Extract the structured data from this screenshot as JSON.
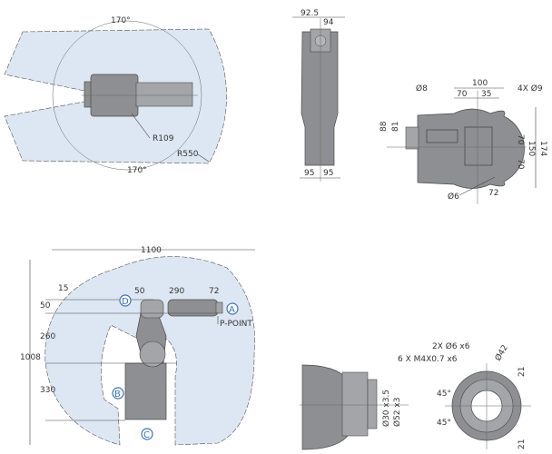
{
  "top_view": {
    "angle_top": "170°",
    "angle_bottom": "170°",
    "inner_radius": "R109",
    "outer_radius": "R550"
  },
  "side_view": {
    "top_left": "92.5",
    "top_right": "94",
    "bottom_left": "95",
    "bottom_right": "95"
  },
  "base_view": {
    "hole_d8": "Ø8",
    "span_100": "100",
    "span_70": "70",
    "span_35": "35",
    "holes_4x": "4X Ø9",
    "h88": "88",
    "h81": "81",
    "v70a": "70",
    "v150": "150",
    "v70b": "70",
    "v174": "174",
    "hole_d6": "Ø6",
    "h72": "72"
  },
  "reach_view": {
    "width_1100": "1100",
    "height_1008": "1008",
    "d15": "15",
    "d50_top": "50",
    "d50_left": "50",
    "d290": "290",
    "d72": "72",
    "d260": "260",
    "d330": "330",
    "p_point": "P-POINT",
    "markers": [
      "A",
      "B",
      "C",
      "D"
    ]
  },
  "flange_view": {
    "d30": "Ø30 x3.5",
    "d52": "Ø52 x3",
    "pin_holes": "2X Ø6 x6",
    "thread_holes": "6 X M4X0.7 x6",
    "pcd": "Ø42",
    "angle_top": "45°",
    "angle_bottom": "45°",
    "d21_top": "21",
    "d21_bottom": "21"
  }
}
